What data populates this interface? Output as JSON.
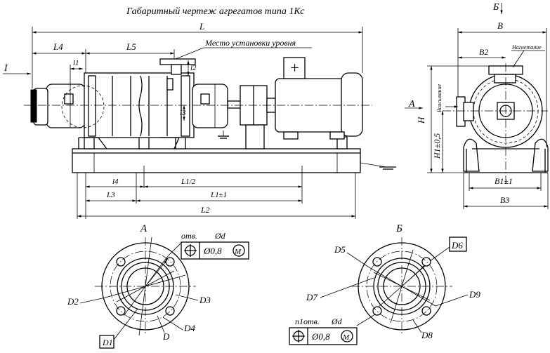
{
  "title": "Габаритный чертеж агрегатов типа 1Кс",
  "main_view": {
    "L": "L",
    "L4": "L4",
    "L5": "L5",
    "l1": "l1",
    "l2": "l2",
    "l3": "l3",
    "l4": "l4",
    "L1_half": "L1/2",
    "L1_tol": "L1±1",
    "L3": "L3",
    "L2": "L2",
    "level_note": "Место установки уровня",
    "marker_I": "I",
    "marker_A": "A"
  },
  "side_view": {
    "view_label": "Б",
    "B": "B",
    "B2": "B2",
    "H": "H",
    "H1": "H1±0,5",
    "B1": "B1±1",
    "B3": "B3",
    "suction": "Всасывание",
    "discharge": "Нагнетание"
  },
  "flange_A": {
    "label": "A",
    "holes": "отв.",
    "d": "Ød",
    "tolerance": "Ø0,8",
    "modifier": "M",
    "D": "D",
    "D2": "D2",
    "D3": "D3",
    "D4": "D4",
    "D1": "D1"
  },
  "flange_B": {
    "label": "Б",
    "holes": "n1отв.",
    "d": "Ød",
    "tolerance": "Ø0,8",
    "modifier": "M",
    "D5": "D5",
    "D6": "D6",
    "D7": "D7",
    "D8": "D8",
    "D9": "D9"
  },
  "motor_symbol": "+"
}
